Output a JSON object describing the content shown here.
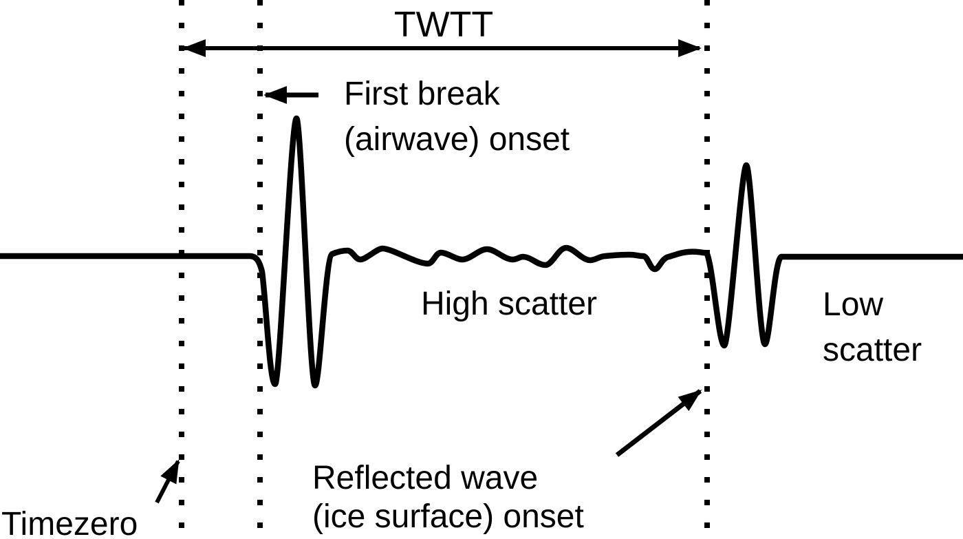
{
  "diagram": {
    "twtt_label": "TWTT",
    "first_break": {
      "line1": "First break",
      "line2": "(airwave) onset"
    },
    "high_scatter_label": "High scatter",
    "low_scatter": {
      "line1": "Low",
      "line2": "scatter"
    },
    "timezero_label": "Timezero",
    "reflected_wave": {
      "line1": "Reflected wave",
      "line2": "(ice surface) onset"
    },
    "colors": {
      "ink": "#000000",
      "background": "#ffffff"
    }
  }
}
